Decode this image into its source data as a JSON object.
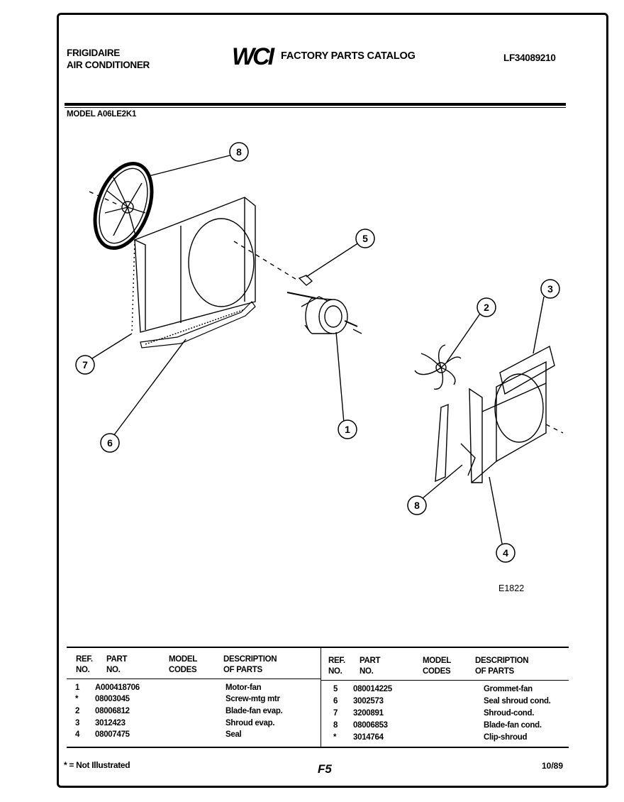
{
  "header": {
    "brand_line1": "FRIGIDAIRE",
    "brand_line2": "AIR CONDITIONER",
    "logo_text": "WCI",
    "catalog_title": "FACTORY PARTS CATALOG",
    "doc_number": "LF34089210",
    "model": "MODEL A06LE2K1"
  },
  "diagram": {
    "figure_id": "E1822",
    "callouts": [
      "8",
      "5",
      "2",
      "3",
      "7",
      "1",
      "6",
      "8",
      "4"
    ]
  },
  "table": {
    "headers": {
      "ref_line1": "REF.",
      "ref_line2": "NO.",
      "part_line1": "PART",
      "part_line2": "NO.",
      "model_line1": "MODEL",
      "model_line2": "CODES",
      "desc_line1": "DESCRIPTION",
      "desc_line2": "OF PARTS"
    },
    "left_rows": [
      {
        "ref": "1",
        "part": "A000418706",
        "model": "",
        "desc": "Motor-fan"
      },
      {
        "ref": "*",
        "part": "08003045",
        "model": "",
        "desc": "Screw-mtg mtr"
      },
      {
        "ref": "2",
        "part": "08006812",
        "model": "",
        "desc": "Blade-fan evap."
      },
      {
        "ref": "3",
        "part": "3012423",
        "model": "",
        "desc": "Shroud evap."
      },
      {
        "ref": "4",
        "part": "08007475",
        "model": "",
        "desc": "Seal"
      }
    ],
    "right_rows": [
      {
        "ref": "5",
        "part": "080014225",
        "model": "",
        "desc": "Grommet-fan"
      },
      {
        "ref": "6",
        "part": "3002573",
        "model": "",
        "desc": "Seal shroud cond."
      },
      {
        "ref": "7",
        "part": "3200891",
        "model": "",
        "desc": "Shroud-cond."
      },
      {
        "ref": "8",
        "part": "08006853",
        "model": "",
        "desc": "Blade-fan cond."
      },
      {
        "ref": "*",
        "part": "3014764",
        "model": "",
        "desc": "Clip-shroud"
      }
    ]
  },
  "footer": {
    "note": "* = Not Illustrated",
    "page_code": "F5",
    "date": "10/89"
  }
}
